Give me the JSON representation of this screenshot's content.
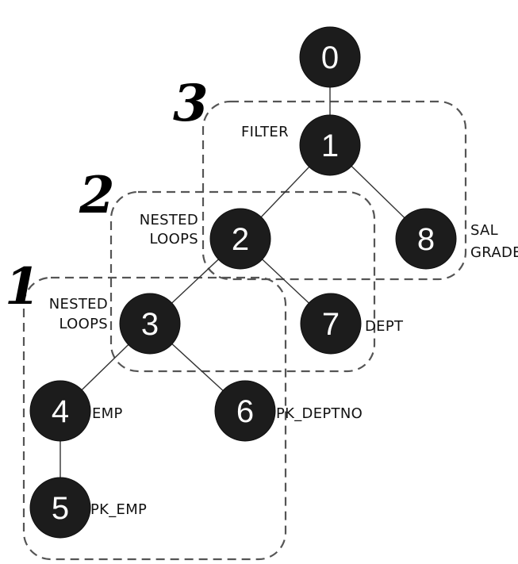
{
  "diagram": {
    "colors": {
      "node_fill": "#1c1c1c",
      "node_text": "#ffffff",
      "edge": "#333333",
      "group_border": "#555555",
      "text": "#111111"
    },
    "groups": [
      {
        "id": "g1",
        "number": "1"
      },
      {
        "id": "g2",
        "number": "2"
      },
      {
        "id": "g3",
        "number": "3"
      }
    ],
    "nodes": [
      {
        "id": "n0",
        "number": "0",
        "label": []
      },
      {
        "id": "n1",
        "number": "1",
        "label": [
          "FILTER"
        ]
      },
      {
        "id": "n2",
        "number": "2",
        "label": [
          "NESTED",
          "LOOPS"
        ]
      },
      {
        "id": "n3",
        "number": "3",
        "label": [
          "NESTED",
          "LOOPS"
        ]
      },
      {
        "id": "n4",
        "number": "4",
        "label": [
          "EMP"
        ]
      },
      {
        "id": "n5",
        "number": "5",
        "label": [
          "PK_EMP"
        ]
      },
      {
        "id": "n6",
        "number": "6",
        "label": [
          "PK_DEPTNO"
        ]
      },
      {
        "id": "n7",
        "number": "7",
        "label": [
          "DEPT"
        ]
      },
      {
        "id": "n8",
        "number": "8",
        "label": [
          "SAL",
          "GRADE"
        ]
      }
    ],
    "edges": [
      {
        "from": "n0",
        "to": "n1"
      },
      {
        "from": "n1",
        "to": "n2"
      },
      {
        "from": "n1",
        "to": "n8"
      },
      {
        "from": "n2",
        "to": "n3"
      },
      {
        "from": "n2",
        "to": "n7"
      },
      {
        "from": "n3",
        "to": "n4"
      },
      {
        "from": "n3",
        "to": "n6"
      },
      {
        "from": "n4",
        "to": "n5"
      }
    ]
  }
}
